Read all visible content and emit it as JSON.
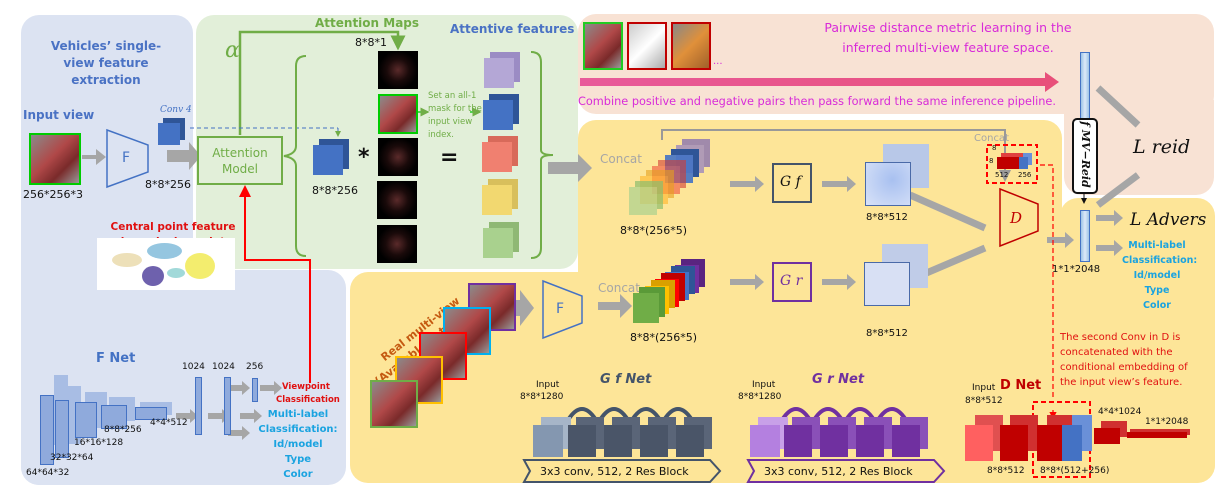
{
  "panels": {
    "single_view": {
      "title": "Vehicles’ single-view feature extraction",
      "input_label": "Input view",
      "input_size": "256*256*3",
      "conv_label": "Conv 4",
      "f_label": "F",
      "f_output": "8*8*256",
      "cluster_note": "Central point feature in each viewpoint cluster"
    },
    "attention": {
      "maps_title": "Attention Maps",
      "features_title": "Attentive features",
      "alpha": "α",
      "map_size": "8*8*1",
      "model_label": "Attention Model",
      "feature_size": "8*8*256",
      "multiply": "*",
      "equals": "=",
      "mask_note": "Set an all-1 mask for the input view index."
    },
    "metric": {
      "title": "Pairwise distance metric learning in the inferred multi-view feature space.",
      "ellipsis": "...",
      "note": "Combine positive and negative pairs then pass forward the same inference pipeline.",
      "f_mv_reid": "f MV−Reid",
      "loss_reid": "L reid"
    },
    "inference": {
      "concat_label": "Concat",
      "concat_size": "8*8*(256*5)",
      "gf_label": "G f",
      "gr_label": "G r",
      "gf_output": "8*8*512",
      "gr_output": "8*8*512",
      "concat_top": "Concat",
      "embed_dims": [
        "8",
        "8",
        "512",
        "256"
      ],
      "d_label": "D",
      "vector_size": "1*1*2048",
      "loss_advers": "L Advers",
      "multi_label": [
        "Multi-label",
        "Classification:",
        "Id/model",
        "Type",
        "Color"
      ]
    },
    "real_multiview": {
      "title": "Real multi-view (Available in training)",
      "f_label": "F",
      "concat_label": "Concat",
      "concat_size": "8*8*(256*5)"
    },
    "f_net": {
      "title": "F Net",
      "layers": [
        "64*64*32",
        "32*32*64",
        "16*16*128",
        "8*8*256",
        "4*4*512"
      ],
      "fc": [
        "1024",
        "1024",
        "256"
      ],
      "viewpoint": [
        "Viewpoint",
        "Classification"
      ],
      "multi_label": [
        "Multi-label",
        "Classification:",
        "Id/model",
        "Type",
        "Color"
      ]
    },
    "gf_net": {
      "title": "G f Net",
      "input": [
        "Input",
        "8*8*1280"
      ],
      "banner": "3x3 conv, 512, 2 Res Block"
    },
    "gr_net": {
      "title": "G r Net",
      "input": [
        "Input",
        "8*8*1280"
      ],
      "banner": "3x3 conv, 512, 2 Res Block"
    },
    "d_net": {
      "title": "D Net",
      "input": [
        "Input",
        "8*8*512"
      ],
      "sizes": [
        "8*8*512",
        "8*8*(512+256)",
        "4*4*1024",
        "1*1*2048"
      ],
      "note": "The second Conv in D is concatenated with the conditional embedding of the input view’s feature."
    }
  },
  "colors": {
    "blue_panel": "#dce3f2",
    "green_panel": "#e2efd9",
    "peach_panel": "#f8e2d4",
    "yellow_panel": "#fde598",
    "blue_accent": "#4472c4",
    "green_accent": "#70ad47",
    "red_accent": "#e01010",
    "magenta_accent": "#d82bd8",
    "cyan_accent": "#1aa3e0"
  }
}
